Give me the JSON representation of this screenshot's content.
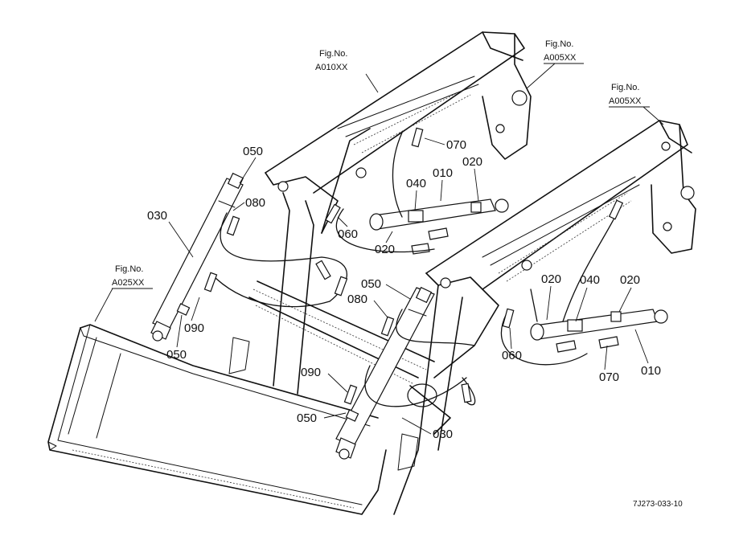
{
  "figure_refs": [
    {
      "id": "ref-a010",
      "line1": "Fig.No.",
      "line2": "A010XX"
    },
    {
      "id": "ref-a005-top",
      "line1": "Fig.No.",
      "line2": "A005XX"
    },
    {
      "id": "ref-a005-right",
      "line1": "Fig.No.",
      "line2": "A005XX"
    },
    {
      "id": "ref-a025",
      "line1": "Fig.No.",
      "line2": "A025XX"
    }
  ],
  "labels": [
    {
      "id": "l-050-a",
      "text": "050"
    },
    {
      "id": "l-030-a",
      "text": "030"
    },
    {
      "id": "l-080-a",
      "text": "080"
    },
    {
      "id": "l-070-a",
      "text": "070"
    },
    {
      "id": "l-010-a",
      "text": "010"
    },
    {
      "id": "l-020-a",
      "text": "020"
    },
    {
      "id": "l-040-a",
      "text": "040"
    },
    {
      "id": "l-060-a",
      "text": "060"
    },
    {
      "id": "l-020-b",
      "text": "020"
    },
    {
      "id": "l-090-a",
      "text": "090"
    },
    {
      "id": "l-050-b",
      "text": "050"
    },
    {
      "id": "l-050-c",
      "text": "050"
    },
    {
      "id": "l-080-b",
      "text": "080"
    },
    {
      "id": "l-020-c",
      "text": "020"
    },
    {
      "id": "l-040-b",
      "text": "040"
    },
    {
      "id": "l-020-d",
      "text": "020"
    },
    {
      "id": "l-060-b",
      "text": "060"
    },
    {
      "id": "l-070-b",
      "text": "070"
    },
    {
      "id": "l-010-b",
      "text": "010"
    },
    {
      "id": "l-090-b",
      "text": "090"
    },
    {
      "id": "l-050-d",
      "text": "050"
    },
    {
      "id": "l-030-b",
      "text": "030"
    }
  ],
  "drawing_code": "7J273-033-10"
}
